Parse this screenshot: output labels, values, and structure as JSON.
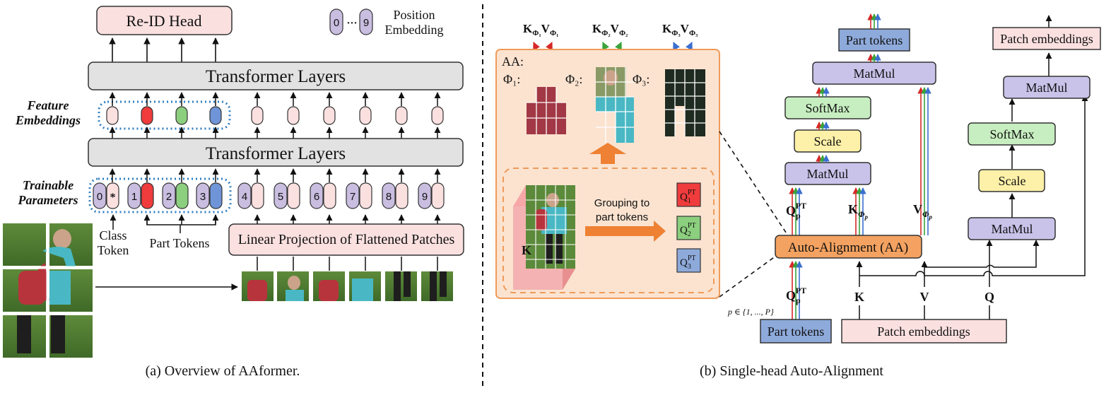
{
  "left": {
    "reid_head": "Re-ID Head",
    "pos_emb_first": "0",
    "pos_emb_dots": "···",
    "pos_emb_last": "9",
    "pos_emb_label_1": "Position",
    "pos_emb_label_2": "Embedding",
    "transformer_top": "Transformer  Layers",
    "transformer_bottom": "Transformer  Layers",
    "feature_label_1": "Feature",
    "feature_label_2": "Embeddings",
    "trainable_label_1": "Trainable",
    "trainable_label_2": "Parameters",
    "token_indices": [
      "0",
      "*",
      "1",
      "2",
      "3",
      "4",
      "5",
      "6",
      "7",
      "8",
      "9"
    ],
    "class_token_1": "Class",
    "class_token_2": "Token",
    "part_tokens": "Part Tokens",
    "linear_projection": "Linear Projection of Flattened Patches",
    "caption": "(a) Overview of AAformer."
  },
  "right": {
    "kv1": "K",
    "kv_labels": [
      {
        "k": "K",
        "sub": "Φ₁",
        "v": "V",
        "vsub": "Φ₁"
      },
      {
        "k": "K",
        "sub": "Φ₂",
        "v": "V",
        "vsub": "Φ₂"
      },
      {
        "k": "K",
        "sub": "Φ₃",
        "v": "V",
        "vsub": "Φ₃"
      }
    ],
    "aa_label": "AA:",
    "phi1": "Φ₁:",
    "phi2": "Φ₂:",
    "phi3": "Φ₃:",
    "k_label": "K",
    "grouping_1": "Grouping to",
    "grouping_2": "part tokens",
    "q_pt": [
      "Q",
      "Q",
      "Q"
    ],
    "q_pt_sub": [
      "1",
      "2",
      "3"
    ],
    "q_pt_sup": "PT",
    "part_tokens_out": "Part tokens",
    "matmul_1": "MatMul",
    "softmax_1": "SoftMax",
    "scale_1": "Scale",
    "matmul_2": "MatMul",
    "qp_label": "Q",
    "qp_sup": "PT",
    "qp_sub": "p",
    "k_phi": "K",
    "k_phi_sub": "Φ",
    "v_phi": "V",
    "v_phi_sub": "Φ",
    "aa_box": "Auto-Alignment (AA)",
    "qp_bottom": "Q",
    "k_bottom": "K",
    "v_bottom": "V",
    "q_bottom": "Q",
    "p_range": "p ∈ {1, ..., P}",
    "part_tokens_in": "Part tokens",
    "patch_embeddings_in": "Patch embeddings",
    "patch_embeddings_out": "Patch embeddings",
    "matmul_3": "MatMul",
    "softmax_2": "SoftMax",
    "scale_2": "Scale",
    "matmul_4": "MatMul",
    "caption": "(b) Single-head Auto-Alignment"
  },
  "colors": {
    "pink": "#fbe0e0",
    "purple": "#c9bde0",
    "red": "#f03c3c",
    "green": "#8ccf7e",
    "blue": "#6f95d8",
    "gray": "#e2e2e2",
    "orange_panel": "#fbe3d0",
    "orange": "#f4a261",
    "softmax": "#c7eec0",
    "scale": "#fdf0a8",
    "matmul": "#c9c3ea",
    "part_token_box": "#8eaadb",
    "dots": "#2f7ec0"
  }
}
